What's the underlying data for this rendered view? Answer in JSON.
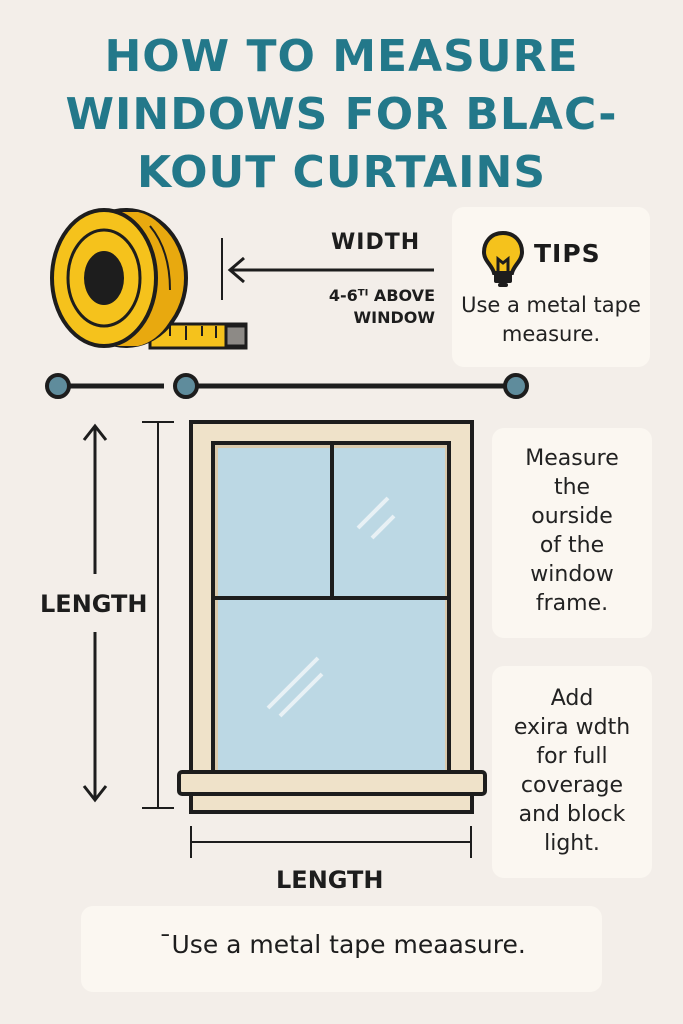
{
  "title": {
    "line1": "HOW TO MEASURE",
    "line2": "WINDOWS FOR BLAC-",
    "line3": "KOUT CURTAINS"
  },
  "measure": {
    "width_label": "WIDTH",
    "above_label": "4-6ᵀᴵ ABOVE\nWINDOW",
    "length_left_label": "LENGTH",
    "length_bottom_label": "LENGTH"
  },
  "tips": {
    "heading": "TIPS",
    "text": "Use a metal tape measure."
  },
  "cards": {
    "frame": "Measure\nthe\nourside\nof the\nwindow\nframe.",
    "extra": "Add\nexira wdth\nfor full\ncoverage\nand block\nlight."
  },
  "bottom": {
    "text": "¯Use a metal tape meaasure."
  },
  "colors": {
    "title": "#23788a",
    "background": "#f3eee9",
    "card": "#fbf7f1",
    "tape_yellow": "#f5c21c",
    "glass": "#bcd8e4",
    "frame": "#efe2c9",
    "rod_knob": "#5f8c9c"
  },
  "icons": {
    "tape": "tape-measure-icon",
    "bulb": "lightbulb-icon"
  }
}
